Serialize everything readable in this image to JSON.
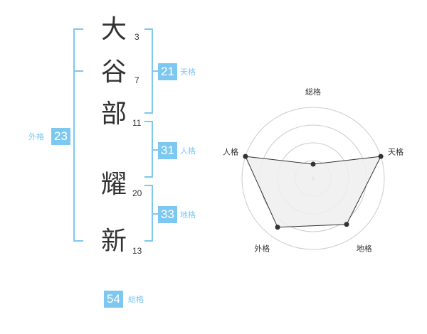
{
  "name": {
    "chars": [
      {
        "char": "大",
        "strokes": "3"
      },
      {
        "char": "谷",
        "strokes": "7"
      },
      {
        "char": "部",
        "strokes": "11"
      },
      {
        "char": "耀",
        "strokes": "20"
      },
      {
        "char": "新",
        "strokes": "13"
      }
    ]
  },
  "kakusu": {
    "tenkaku": {
      "value": "21",
      "label": "天格"
    },
    "jinkaku": {
      "value": "31",
      "label": "人格"
    },
    "chikaku": {
      "value": "33",
      "label": "地格"
    },
    "gaikaku": {
      "value": "23",
      "label": "外格"
    },
    "soukaku": {
      "value": "54",
      "label": "総格"
    }
  },
  "colors": {
    "accent": "#7cc8f0",
    "text": "#333333",
    "radar_fill": "#efefef",
    "radar_line": "#333333",
    "grid": "#cccccc"
  },
  "chart_data": {
    "type": "radar",
    "axes": [
      "総格",
      "天格",
      "地格",
      "外格",
      "人格"
    ],
    "values": [
      0.2,
      1.0,
      0.8,
      0.85,
      1.0
    ],
    "max": 1.0,
    "rings": 4
  }
}
